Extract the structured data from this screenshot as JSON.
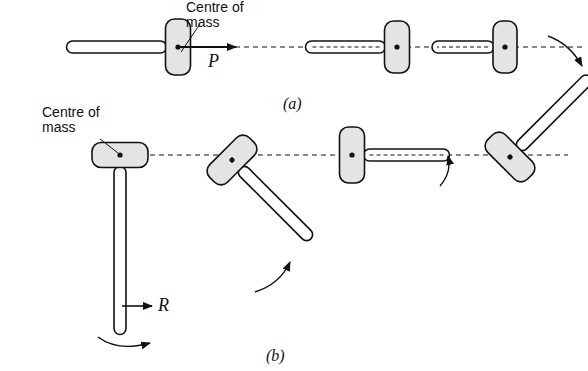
{
  "diagram": {
    "labels": [
      "Centre of mass",
      "P",
      "(a)",
      "Centre of mass",
      "R",
      "(b)"
    ]
  }
}
